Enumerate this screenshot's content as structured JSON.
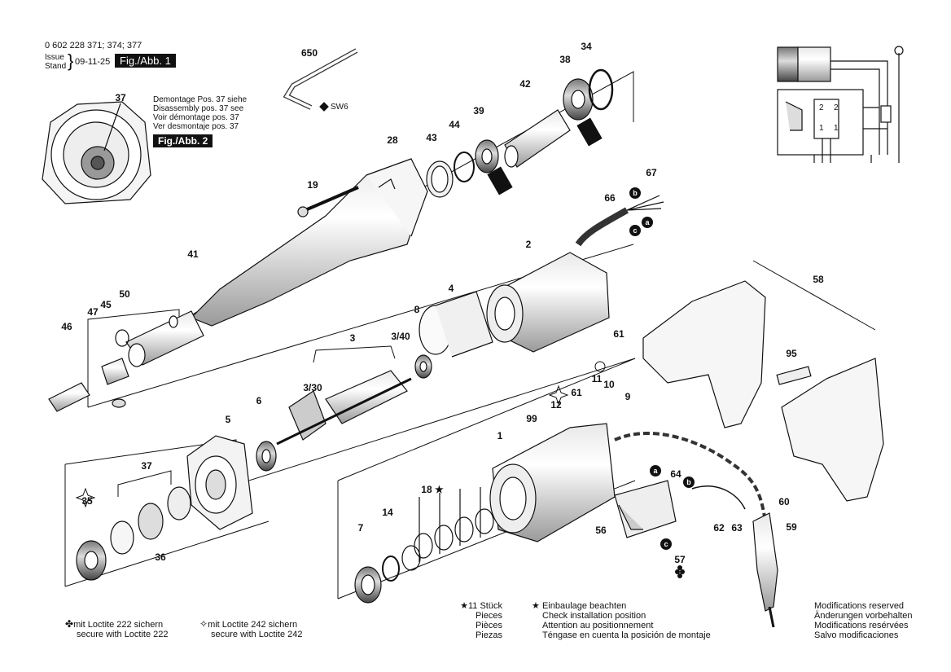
{
  "header": {
    "part_numbers": "0 602 228 371; 374; 377",
    "issue_label": "Issue",
    "stand_label": "Stand",
    "date": "09-11-25",
    "fig_label": "Fig./Abb. 1"
  },
  "disassembly_note": {
    "lines": [
      "Demontage Pos. 37 siehe",
      "Disassembly pos. 37 see",
      "Voir démontage pos. 37",
      "Ver desmontaje pos. 37"
    ],
    "fig_label": "Fig./Abb. 2"
  },
  "tool_label": "SW6",
  "wiring": {
    "t2a": "2",
    "t2b": "2",
    "t1a": "1",
    "t1b": "1"
  },
  "part_labels": {
    "p650": "650",
    "p34": "34",
    "p38": "38",
    "p42": "42",
    "p37a": "37",
    "p39": "39",
    "p44": "44",
    "p43": "43",
    "p28": "28",
    "p19": "19",
    "p67": "67",
    "p66": "66",
    "p41": "41",
    "p2": "2",
    "p50": "50",
    "p45": "45",
    "p47": "47",
    "p46": "46",
    "p4": "4",
    "p8": "8",
    "p3": "3",
    "p340": "3/40",
    "p330": "3/30",
    "p58": "58",
    "p61a": "61",
    "p95": "95",
    "p11": "11",
    "p10": "10",
    "p61b": "61",
    "p9": "9",
    "p12": "12",
    "p6": "6",
    "p5": "5",
    "p99": "99",
    "p1": "1",
    "p37b": "37",
    "p35": "35",
    "p18": "18 ★",
    "p64": "64",
    "p14": "14",
    "p7": "7",
    "p56": "56",
    "p60": "60",
    "p62": "62",
    "p63": "63",
    "p59": "59",
    "p36": "36",
    "p57": "57",
    "ba": "b",
    "ca": "c",
    "aa": "a",
    "ab": "a",
    "bb": "b",
    "cb": "c"
  },
  "footer": {
    "loctite222_de": "mit Loctite 222 sichern",
    "loctite222_en": "secure with Loctite 222",
    "loctite242_de": "mit Loctite 242 sichern",
    "loctite242_en": "secure with Loctite 242",
    "count": "11 Stück",
    "pieces": [
      "Pieces",
      "Pièces",
      "Piezas"
    ],
    "install_notes": [
      "Einbaulage beachten",
      "Check installation position",
      "Attention au positionnement",
      "Téngase en cuenta la posición de montaje"
    ],
    "modifications": [
      "Modifications reserved",
      "Änderungen vorbehalten",
      "Modifications resérvées",
      "Salvo modificaciones"
    ]
  }
}
